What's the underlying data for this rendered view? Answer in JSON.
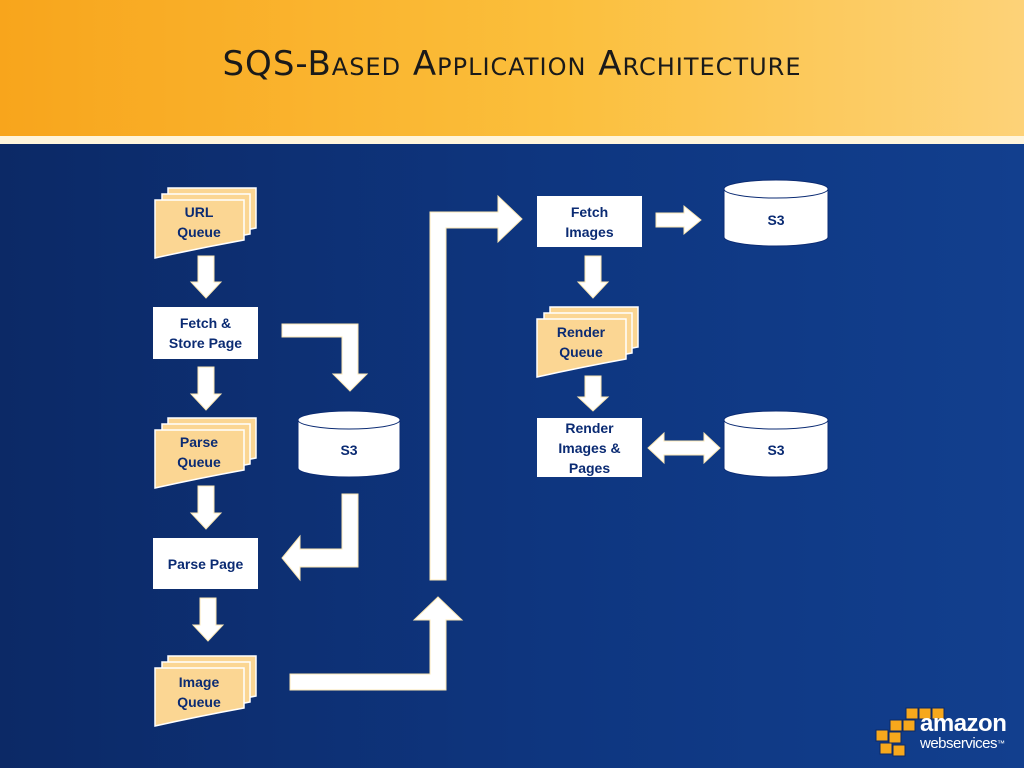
{
  "slide": {
    "title": "SQS-Based Application Architecture"
  },
  "queues": {
    "url_queue": "URL\nQueue",
    "parse_queue": "Parse\nQueue",
    "image_queue": "Image\nQueue",
    "render_queue": "Render\nQueue"
  },
  "processes": {
    "fetch_store_page": "Fetch &\nStore Page",
    "parse_page": "Parse Page",
    "fetch_images": "Fetch\nImages",
    "render_images_pages": "Render\nImages &\nPages"
  },
  "storage": {
    "s3_left": "S3",
    "s3_top_right": "S3",
    "s3_mid_right": "S3"
  },
  "logo": {
    "brand": "amazon",
    "sub": "webservices",
    "tm": "™"
  },
  "colors": {
    "header": "#f8a51c",
    "background": "#0e3680",
    "queue_fill": "#fbd693",
    "box_text": "#0b2b73",
    "logo_cube": "#f7a81c"
  }
}
